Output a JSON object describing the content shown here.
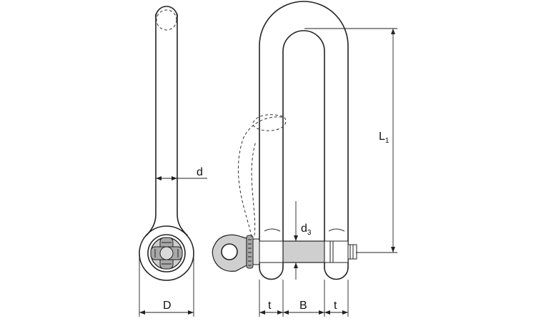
{
  "labels": {
    "d": "d",
    "D": "D",
    "d3_main": "d",
    "d3_sub": "3",
    "L1_main": "L",
    "L1_sub": "1",
    "t_left": "t",
    "B": "B",
    "t_right": "t"
  },
  "colors": {
    "outline": "#222222",
    "pin_fill": "#cfcfcf",
    "background": "#ffffff"
  }
}
